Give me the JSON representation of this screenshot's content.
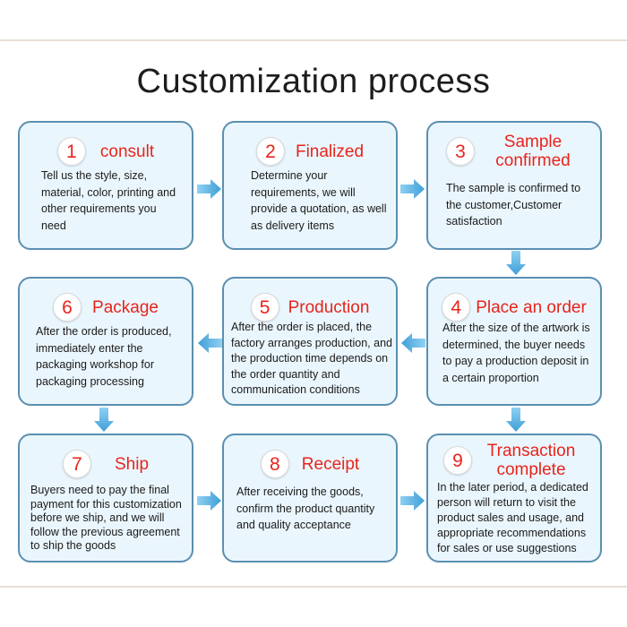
{
  "title": "Customization process",
  "steps": [
    {
      "number": "1",
      "title": "consult",
      "text": "Tell us the style, size, material, color, printing and other requirements you need"
    },
    {
      "number": "2",
      "title": "Finalized",
      "text": "Determine your requirements, we will provide a quotation, as well as delivery items"
    },
    {
      "number": "3",
      "title": "Sample confirmed",
      "text": "The sample is confirmed to the customer,Customer satisfaction"
    },
    {
      "number": "4",
      "title": "Place an order",
      "text": "After the size of the artwork is determined, the buyer needs to pay a production deposit in a certain proportion"
    },
    {
      "number": "5",
      "title": "Production",
      "text": "After the order is placed, the factory arranges production, and the production time depends on the order quantity and communication conditions"
    },
    {
      "number": "6",
      "title": "Package",
      "text": "After the order is produced, immediately enter the packaging workshop for packaging processing"
    },
    {
      "number": "7",
      "title": "Ship",
      "text": "Buyers need to pay the final payment for this customization before we ship, and we will follow the previous agreement to ship the goods"
    },
    {
      "number": "8",
      "title": "Receipt",
      "text": "After receiving the goods, confirm the product quantity and quality acceptance"
    },
    {
      "number": "9",
      "title": "Transaction complete",
      "text": "In the later period, a dedicated person will return to visit the product sales and usage, and appropriate recommendations for sales or use suggestions"
    }
  ],
  "colors": {
    "box_fill": "#eaf6fd",
    "box_border": "#5b8fb0",
    "step_title": "#e8241c",
    "arrow": "#4aa8dc"
  }
}
